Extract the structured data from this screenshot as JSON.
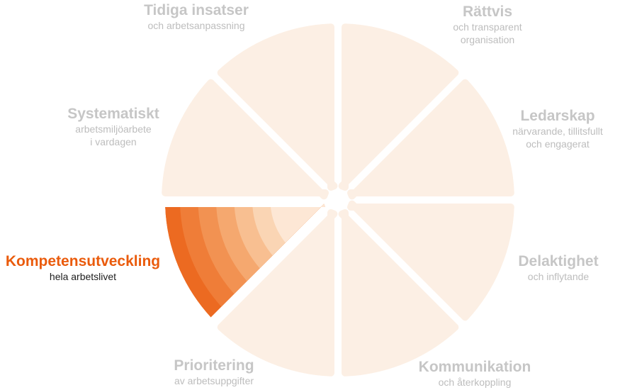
{
  "colors": {
    "segment_inactive": "#fcefe4",
    "label_inactive_title": "#c6c6c6",
    "label_inactive_sub": "#bdbdbd",
    "active_title": "#ea5b0c",
    "active_sub": "#1e1e1e",
    "active_gradient": [
      "#e95c0c",
      "#ec6a21",
      "#ef7d38",
      "#f29252",
      "#f5a86f",
      "#f8bf91",
      "#fad5b4",
      "#fde7d5"
    ]
  },
  "segments": [
    {
      "title": "Rättvis",
      "sub_lines": [
        "och transparent",
        "organisation"
      ],
      "active": false
    },
    {
      "title": "Ledarskap",
      "sub_lines": [
        "närvarande, tillitsfullt",
        "och engagerat"
      ],
      "active": false
    },
    {
      "title": "Delaktighet",
      "sub_lines": [
        "och inflytande"
      ],
      "active": false
    },
    {
      "title": "Kommunikation",
      "sub_lines": [
        "och återkoppling"
      ],
      "active": false
    },
    {
      "title": "Prioritering",
      "sub_lines": [
        "av arbetsuppgifter"
      ],
      "active": false
    },
    {
      "title": "Kompetensutveckling",
      "sub_lines": [
        "hela arbetslivet"
      ],
      "active": true
    },
    {
      "title": "Systematiskt",
      "sub_lines": [
        "arbetsmiljöarbete",
        "i vardagen"
      ],
      "active": false
    },
    {
      "title": "Tidiga insatser",
      "sub_lines": [
        "och arbetsanpassning"
      ],
      "active": false
    }
  ]
}
